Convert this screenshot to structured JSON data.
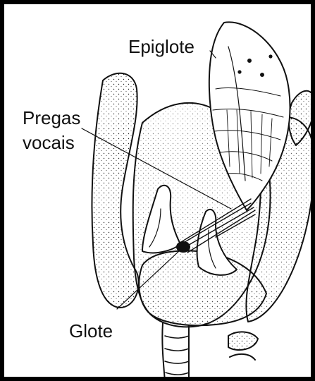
{
  "labels": {
    "epiglote": "Epiglote",
    "pregas_line1": "Pregas",
    "pregas_line2": "vocais",
    "glote": "Glote"
  },
  "colors": {
    "ink": "#111111",
    "background": "#ffffff",
    "frame": "#000000"
  }
}
